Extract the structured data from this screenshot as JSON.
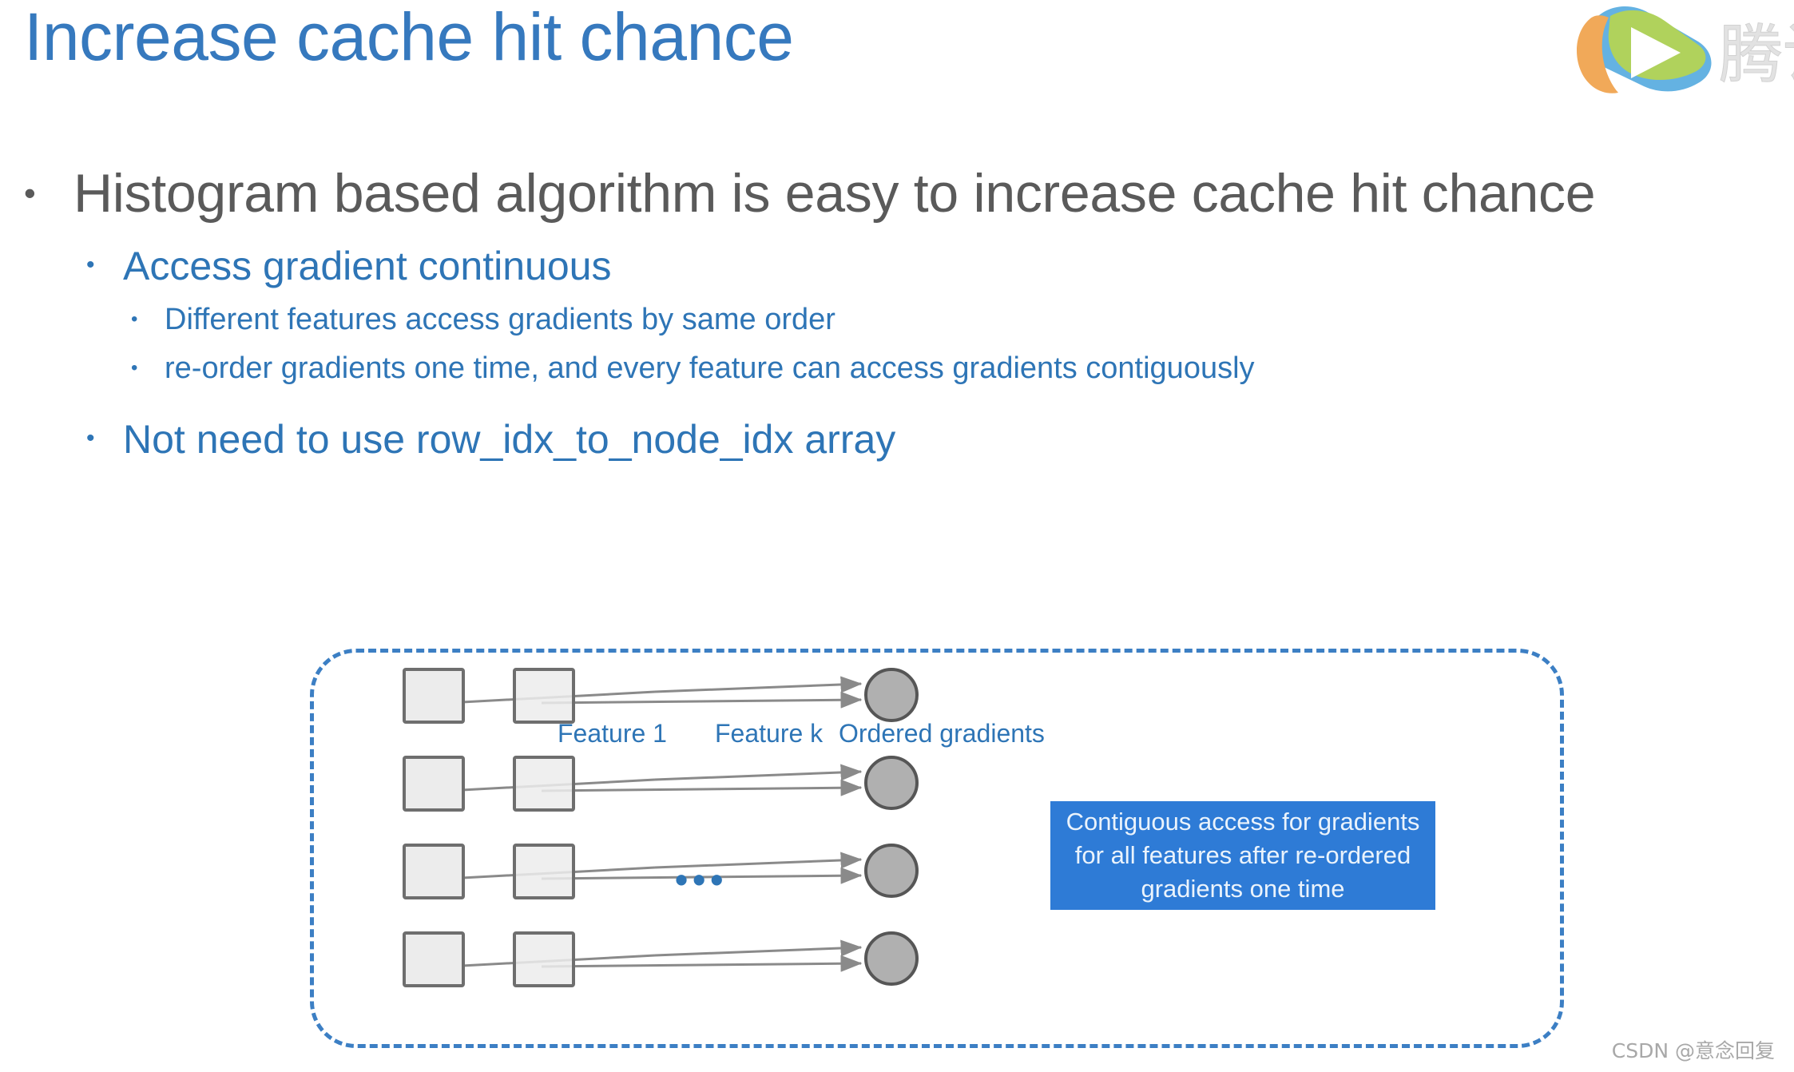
{
  "slide": {
    "title": "Increase cache hit chance",
    "title_color": "#3679BE",
    "background": "#ffffff"
  },
  "body": {
    "bullet_glyph": "•",
    "level1": [
      {
        "text": "Histogram based algorithm is easy to increase cache hit chance",
        "color": "#5A5A5A"
      }
    ],
    "level2": [
      {
        "text": "Access gradient continuous",
        "color": "#2E75B6"
      },
      {
        "text": "Not need to use row_idx_to_node_idx array",
        "color": "#2E75B6"
      }
    ],
    "level3": [
      {
        "text": "Different features access gradients by same order",
        "color": "#2E75B6"
      },
      {
        "text": "re-order gradients one time, and every feature can access gradients contiguously",
        "color": "#2E75B6"
      }
    ]
  },
  "diagram": {
    "frame_border_color": "#3C7FC4",
    "labels": {
      "feature_1": "Feature 1",
      "feature_k": "Feature k",
      "ordered_gradients": "Ordered gradients"
    },
    "ellipsis": "•••",
    "row_count": 4,
    "box_fill": "#ECECEC",
    "box_stroke": "#6E6E6E",
    "circle_fill": "#B0B0B0",
    "circle_stroke": "#565656",
    "arrow_color": "#8A8A8A",
    "callout": {
      "text": "Contiguous access for gradients for all features after re-ordered gradients one time",
      "background": "#2E7BD6",
      "text_color": "#EAF3FC"
    }
  },
  "watermarks": {
    "tencent_logo": "tencent-video-play-logo",
    "csdn": "CSDN @意念回复"
  }
}
